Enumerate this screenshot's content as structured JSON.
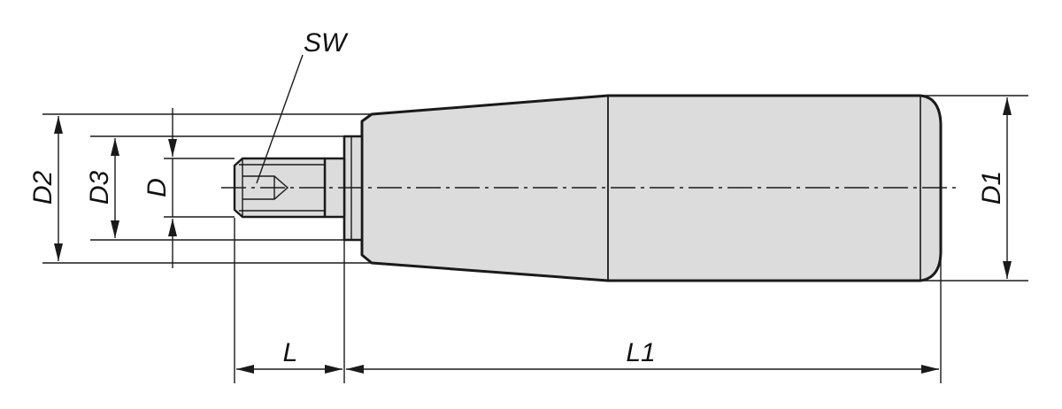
{
  "labels": {
    "sw": "SW",
    "d2": "D2",
    "d3": "D3",
    "d": "D",
    "d1": "D1",
    "l": "L",
    "l1": "L1"
  },
  "colors": {
    "body_fill": "#dcdcdc",
    "line": "#1a1a1a",
    "background": "#ffffff"
  }
}
